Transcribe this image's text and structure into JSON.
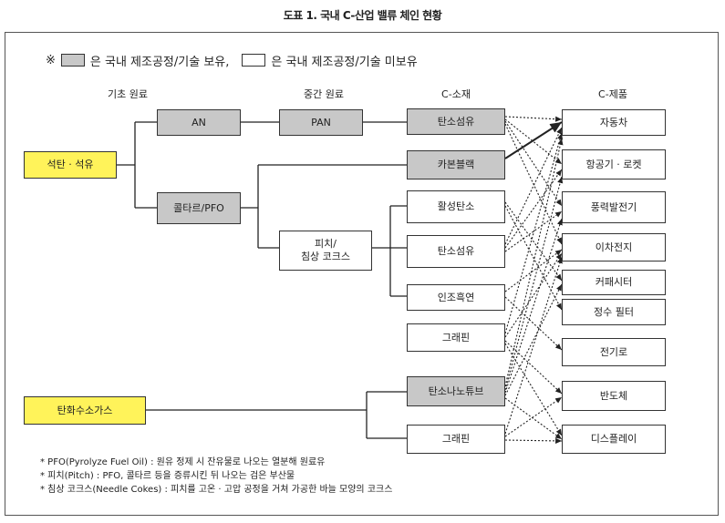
{
  "title": "도표 1. 국내 C-산업 밸류 체인 현황",
  "legend": {
    "symbol": "※",
    "owned_label": "은 국내 제조공정/기술 보유,",
    "not_owned_label": "은 국내 제조공정/기술 미보유"
  },
  "columns": {
    "basic": "기초 원료",
    "intermediate": "중간 원료",
    "material": "C-소재",
    "product": "C-제품"
  },
  "nodes": {
    "coal_oil": "석탄 · 석유",
    "hydrocarbon_gas": "탄화수소가스",
    "an": "AN",
    "coal_tar": "콜타르/PFO",
    "pan": "PAN",
    "pitch_line1": "피치/",
    "pitch_line2": "침상 코크스",
    "carbon_fiber_1": "탄소섬유",
    "carbon_black": "카본블랙",
    "activated_carbon": "활성탄소",
    "carbon_fiber_2": "탄소섬유",
    "artificial_graphite": "인조흑연",
    "graphene_1": "그래핀",
    "cnt": "탄소나노튜브",
    "graphene_2": "그래핀",
    "car": "자동차",
    "aerospace": "항공기 · 로켓",
    "wind": "풍력발전기",
    "battery": "이차전지",
    "capacitor": "커패시터",
    "water_filter": "정수 필터",
    "electric": "전기로",
    "semiconductor": "반도체",
    "display": "디스플레이"
  },
  "notes": [
    "* PFO(Pyrolyze Fuel Oil) : 원유 정제 시 잔유물로 나오는 열분해 원료유",
    "* 피치(Pitch) : PFO, 콜타르 등을 증류시킨 뒤 나오는 검은 부산물",
    "* 침상 코크스(Needle Cokes) : 피치를 고온 · 고압 공정을 거쳐 가공한 바늘 모양의 코크스"
  ]
}
